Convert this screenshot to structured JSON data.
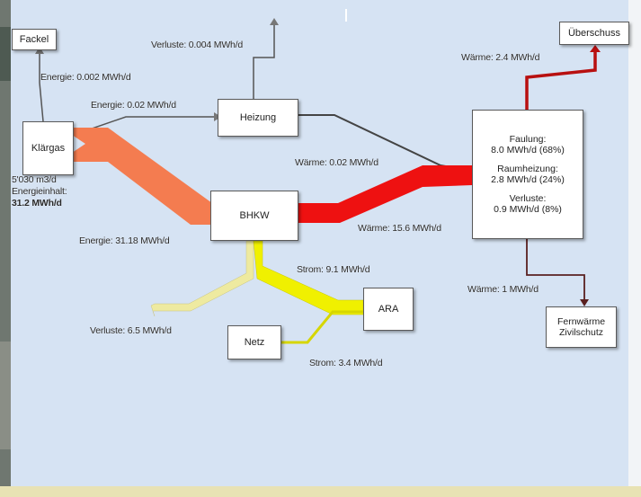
{
  "nodes": {
    "fackel": "Fackel",
    "klaergas": "Klärgas",
    "heizung": "Heizung",
    "bhkw": "BHKW",
    "ara": "ARA",
    "netz": "Netz",
    "ueberschuss": "Überschuss",
    "fernwaerme_line1": "Fernwärme",
    "fernwaerme_line2": "Zivilschutz"
  },
  "usage_box": {
    "faulung_title": "Faulung:",
    "faulung_value": "8.0 MWh/d (68%)",
    "raumheizung_title": "Raumheizung:",
    "raumheizung_value": "2.8 MWh/d (24%)",
    "verluste_title": "Verluste:",
    "verluste_value": "0.9 MWh/d (8%)"
  },
  "klaergas_info": {
    "volume": "5'030 m3/d",
    "energy_label": "Energieinhalt:",
    "energy_value": "31.2 MWh/d"
  },
  "flow_labels": {
    "energie_fackel": "Energie: 0.002 MWh/d",
    "verluste_heizung": "Verluste: 0.004 MWh/d",
    "energie_heizung": "Energie: 0.02 MWh/d",
    "waerme_heizung": "Wärme: 0.02 MWh/d",
    "energie_bhkw": "Energie: 31.18 MWh/d",
    "waerme_bhkw": "Wärme: 15.6 MWh/d",
    "waerme_ueberschuss": "Wärme: 2.4  MWh/d",
    "waerme_fernwaerme": "Wärme: 1  MWh/d",
    "strom_ara": "Strom: 9.1 MWh/d",
    "strom_netz": "Strom: 3.4 MWh/d",
    "verluste_bhkw": "Verluste: 6.5  MWh/d"
  },
  "colors": {
    "background": "#d6e3f3",
    "gas_flow": "#f47c50",
    "heat_flow": "#ee1111",
    "excess_flow": "#b81010",
    "power_flow": "#f0f000",
    "loss_flow": "#eeeaa0"
  }
}
